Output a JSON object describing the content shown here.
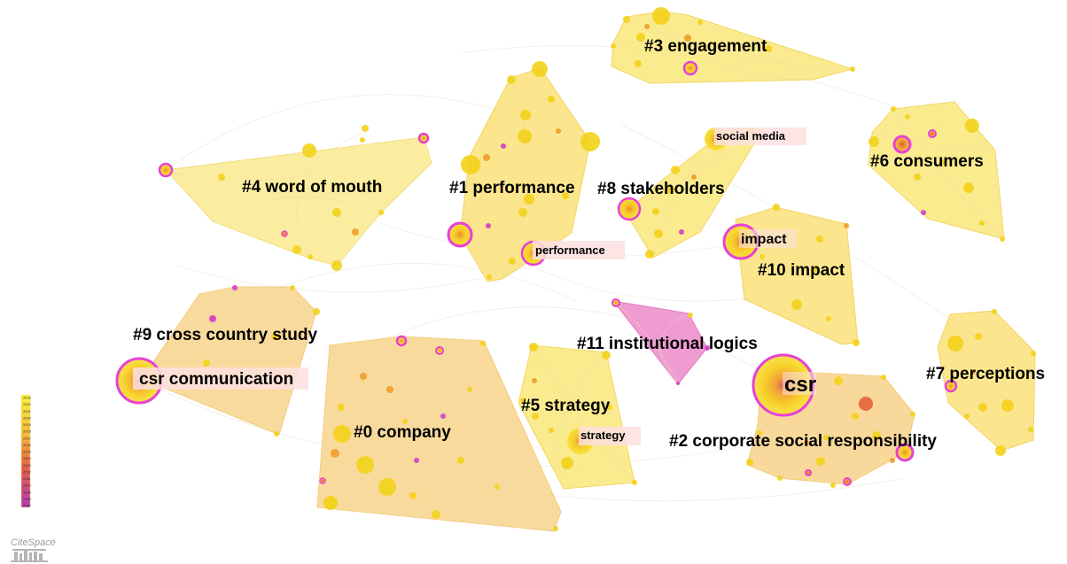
{
  "colors": {
    "yellow_hull": "#fbe77a",
    "orange_hull": "#f8cf7e",
    "pink_hull": "#ee8fcf",
    "node_yellow": "#f2d21a",
    "node_orange": "#ef9c2a",
    "node_magenta": "#d43cc6",
    "ring": "#e83fd6",
    "label_bg": "#fde1e1"
  },
  "clusters": [
    {
      "id": "c0",
      "label": "#0 company"
    },
    {
      "id": "c1",
      "label": "#1 performance"
    },
    {
      "id": "c2",
      "label": "#2 corporate social responsibility"
    },
    {
      "id": "c3",
      "label": "#3 engagement"
    },
    {
      "id": "c4",
      "label": "#4 word of mouth"
    },
    {
      "id": "c5",
      "label": "#5 strategy"
    },
    {
      "id": "c6",
      "label": "#6 consumers"
    },
    {
      "id": "c7",
      "label": "#7 perceptions"
    },
    {
      "id": "c8",
      "label": "#8 stakeholders"
    },
    {
      "id": "c9",
      "label": "#9 cross country study"
    },
    {
      "id": "c10",
      "label": "#10 impact"
    },
    {
      "id": "c11",
      "label": "#11 institutional logics"
    }
  ],
  "keywords": [
    {
      "id": "k-csr",
      "label": "csr"
    },
    {
      "id": "k-csr-communication",
      "label": "csr communication"
    },
    {
      "id": "k-impact",
      "label": "impact"
    },
    {
      "id": "k-performance",
      "label": "performance"
    },
    {
      "id": "k-social-media",
      "label": "social media"
    },
    {
      "id": "k-strategy",
      "label": "strategy"
    }
  ],
  "legend": {
    "years": [
      "2023",
      "2022",
      "2021",
      "2020",
      "2019",
      "2018",
      "2017",
      "2016",
      "2015",
      "2014",
      "2013",
      "2012",
      "2011",
      "2010",
      "2009",
      "2008",
      "2007"
    ]
  },
  "logo": {
    "text": "CiteSpace",
    "icon": "bookshelf-icon"
  }
}
